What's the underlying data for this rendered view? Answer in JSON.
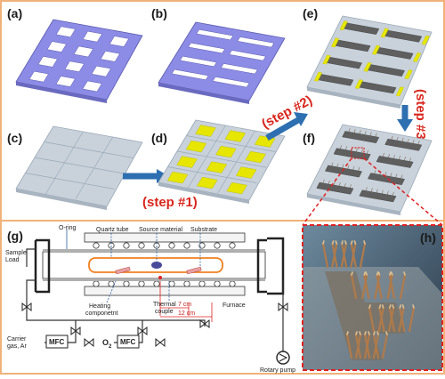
{
  "panels": {
    "a": "(a)",
    "b": "(b)",
    "c": "(c)",
    "d": "(d)",
    "e": "(e)",
    "f": "(f)",
    "g": "(g)",
    "h": "(h)"
  },
  "steps": {
    "step1": "(step #1)",
    "step2": "(step #2)",
    "step3": "(step #3)"
  },
  "furnace_labels": {
    "o_ring": "O-ring",
    "quartz_tube": "Quartz tube",
    "source_material": "Source material",
    "substrate": "Substrate",
    "sample_load_1": "Sample",
    "sample_load_2": "Load",
    "heating_1": "Heating",
    "heating_2": "componetnt",
    "thermal_1": "Thermal",
    "thermal_2": "couple",
    "dist_7": "7 cm",
    "dist_12": "12 cm",
    "furnace": "Furnace",
    "carrier_1": "Carrier",
    "carrier_2": "gas, Ar",
    "mfc_1": "MFC",
    "o2": "O",
    "o2_sub": "2",
    "mfc_2": "MFC",
    "rotary_pump": "Rotary pump"
  },
  "colors": {
    "mask_blue": "#8c8ce6",
    "substrate_gray": "#c9d2db",
    "catalyst_yellow": "#e6e600",
    "bar_dark": "#5f5f5f",
    "step_red": "#d9261c",
    "arrow_blue": "#2d6fb0",
    "frame_orange": "#f0b27a",
    "zoom_red": "#e02020",
    "tube_orange": "#f08020"
  }
}
